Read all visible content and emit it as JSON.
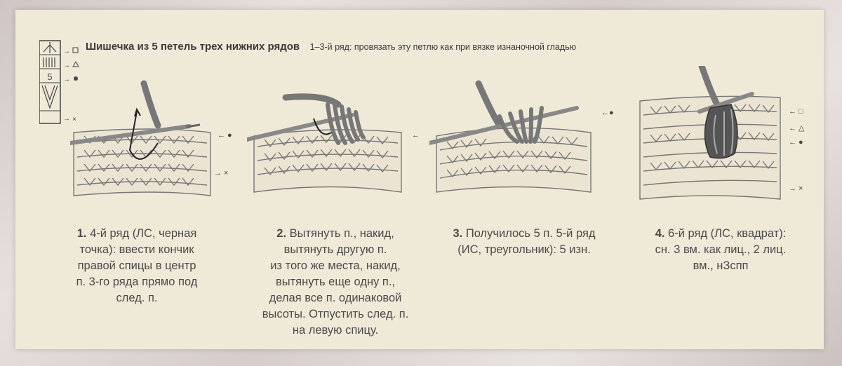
{
  "header": {
    "title": "Шишечка из 5 петель трех нижних рядов",
    "subtitle": "1–3-й ряд: провязать эту петлю как при вязке изнаночной гладью"
  },
  "legend": {
    "number": "5",
    "markers": [
      "square",
      "triangle",
      "dot",
      "cross"
    ]
  },
  "steps": [
    {
      "number": "1.",
      "lines": [
        "4-й ряд (ЛС, черная",
        "точка): ввести кончик",
        "правой спицы в центр",
        "п. 3-го ряда прямо под",
        "след. п."
      ]
    },
    {
      "number": "2.",
      "lines": [
        "Вытянуть п., накид,",
        "вытянуть другую п.",
        "из того же места, накид,",
        "вытянуть еще одну п.,",
        "делая все п. одинаковой",
        "высоты. Отпустить след. п.",
        "на левую спицу."
      ]
    },
    {
      "number": "3.",
      "lines": [
        "Получилось 5 п. 5-й ряд",
        "(ИС, треугольник): 5 изн."
      ]
    },
    {
      "number": "4.",
      "lines": [
        "6-й ряд (ЛС, квадрат):",
        "сн. 3 вм. как лиц., 2 лиц.",
        "вм., нЗспп"
      ]
    }
  ],
  "colors": {
    "card": "#efe9d8",
    "ink": "#4a4a4a",
    "yarn": "#8a8a8a"
  }
}
